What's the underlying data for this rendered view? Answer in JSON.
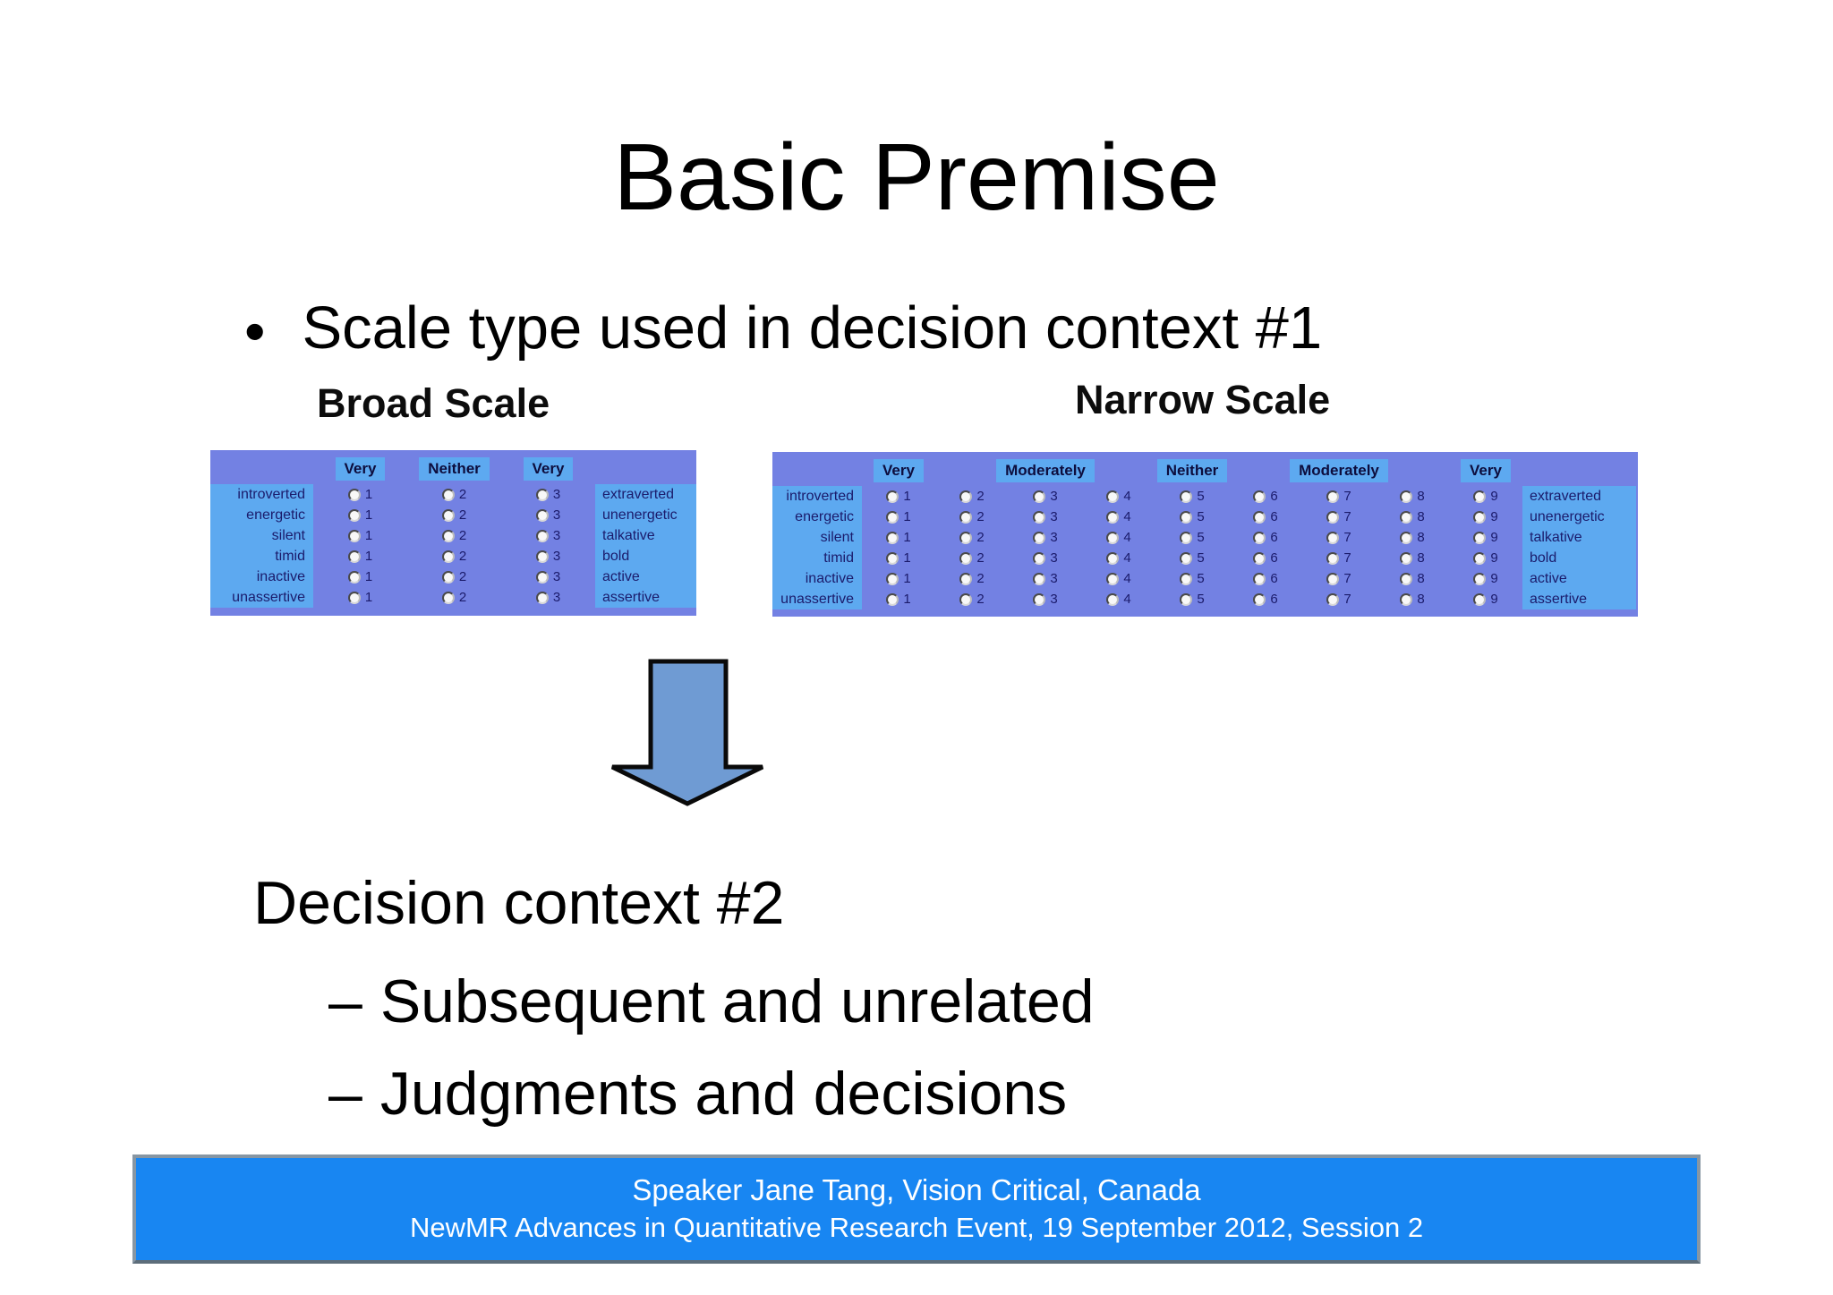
{
  "slide": {
    "title": "Basic Premise",
    "bullet_dot": "•",
    "bullet": "Scale type used in decision context #1",
    "decision": {
      "heading": "Decision context #2",
      "dash": "–",
      "sub_items": [
        "Subsequent and unrelated",
        "Judgments and decisions"
      ]
    },
    "footer": {
      "line1": "Speaker Jane Tang, Vision Critical, Canada",
      "line2": "NewMR Advances in Quantitative Research Event, 19 September 2012, Session 2"
    }
  },
  "scales": {
    "broad": {
      "title": "Broad Scale",
      "points": [
        1,
        2,
        3
      ],
      "headers": [
        {
          "label": "Very",
          "col": 1
        },
        {
          "label": "Neither",
          "col": 2
        },
        {
          "label": "Very",
          "col": 3
        }
      ],
      "rows": [
        {
          "left": "introverted",
          "right": "extraverted"
        },
        {
          "left": "energetic",
          "right": "unenergetic"
        },
        {
          "left": "silent",
          "right": "talkative"
        },
        {
          "left": "timid",
          "right": "bold"
        },
        {
          "left": "inactive",
          "right": "active"
        },
        {
          "left": "unassertive",
          "right": "assertive"
        }
      ]
    },
    "narrow": {
      "title": "Narrow Scale",
      "points": [
        1,
        2,
        3,
        4,
        5,
        6,
        7,
        8,
        9
      ],
      "headers": [
        {
          "label": "Very",
          "col": 1
        },
        {
          "label": "Moderately",
          "col": 3
        },
        {
          "label": "Neither",
          "col": 5
        },
        {
          "label": "Moderately",
          "col": 7
        },
        {
          "label": "Very",
          "col": 9
        }
      ],
      "rows": [
        {
          "left": "introverted",
          "right": "extraverted"
        },
        {
          "left": "energetic",
          "right": "unenergetic"
        },
        {
          "left": "silent",
          "right": "talkative"
        },
        {
          "left": "timid",
          "right": "bold"
        },
        {
          "left": "inactive",
          "right": "active"
        },
        {
          "left": "unassertive",
          "right": "assertive"
        }
      ]
    }
  },
  "colors": {
    "table_body": "#7381e3",
    "table_band": "#5da9f0",
    "table_text": "#1b1b6b",
    "header_text": "#0d0d3d",
    "footer_bg": "#1886f2",
    "arrow_fill": "#6f9bd3",
    "arrow_stroke": "#0a0a0a"
  }
}
